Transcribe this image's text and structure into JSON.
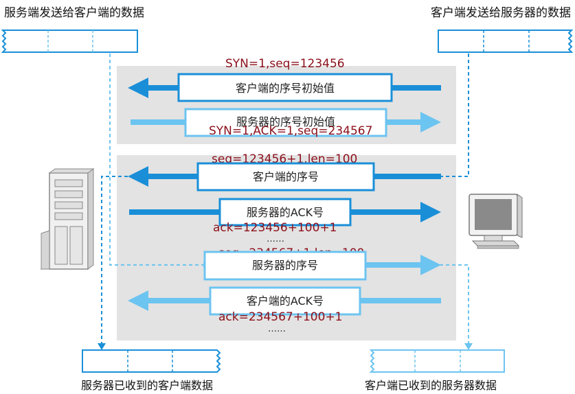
{
  "headers": {
    "server_send": "服务端发送给客户端的数据",
    "client_send": "客户端发送给服务器的数据"
  },
  "footers": {
    "server_received": "服务器已收到的客户端数据",
    "client_received": "客户端已收到的服务器数据"
  },
  "phase1": {
    "syn_label": "SYN=1,seq=123456",
    "client_box": "客户端的序号初始值",
    "server_box": "服务器的序号初始值",
    "synack_label": "SYN=1,ACK=1,seq=234567"
  },
  "phase2": {
    "seq1_label": "seq=123456+1,len=100",
    "client_seq_box": "客户端的序号",
    "server_ack_box": "服务器的ACK号",
    "ack1_label": "ack=123456+100+1",
    "ellipsis1": "……",
    "seq2_label": "seq=234567+1,len=100",
    "server_seq_box": "服务器的序号",
    "client_ack_box": "客户端的ACK号",
    "ack2_label": "ack=234567+100+1",
    "ellipsis2": "……"
  },
  "colors": {
    "dark_blue": "#1a8fd8",
    "light_blue": "#6cc4f0",
    "panel_gray": "#e3e3e3",
    "label_red": "#8b0f1a"
  }
}
